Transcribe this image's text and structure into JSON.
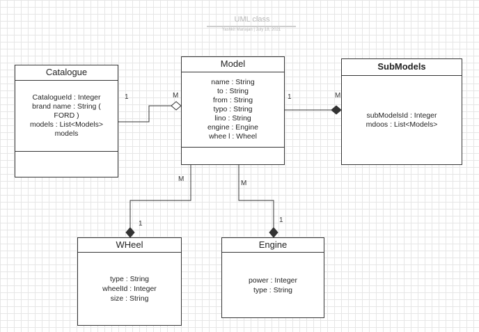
{
  "header": {
    "title": "UML class",
    "meta": "Yashkit Manajan  |  July 18, 2021"
  },
  "classes": {
    "catalogue": {
      "name": "Catalogue",
      "attributes": [
        "CatalogueId : Integer",
        "brand name  : String (",
        "FORD )",
        "models : List<Models>",
        "models"
      ]
    },
    "model": {
      "name": "Model",
      "attributes": [
        "name : String",
        "to : String",
        "from : String",
        "typo : String",
        "lino : String",
        "engine : Engine",
        "whee l : Wheel"
      ]
    },
    "submodels": {
      "name": "SubModels",
      "attributes": [
        "subModelsId : Integer",
        "mdoos : List<Models>"
      ]
    },
    "wheel": {
      "name": "WHeel",
      "attributes": [
        "type : String",
        "wheelId : Integer",
        "size : String"
      ]
    },
    "engine": {
      "name": "Engine",
      "attributes": [
        "power : Integer",
        "type : String"
      ]
    }
  },
  "multiplicities": {
    "catalogue_model_one": "1",
    "catalogue_model_many": "M",
    "model_submodels_one": "1",
    "model_submodels_many": "M",
    "model_wheel_many": "M",
    "model_wheel_one": "1",
    "model_engine_many": "M",
    "model_engine_one": "1"
  },
  "relationships": [
    {
      "from": "catalogue",
      "to": "model",
      "kind": "aggregation"
    },
    {
      "from": "model",
      "to": "submodels",
      "kind": "composition"
    },
    {
      "from": "model",
      "to": "wheel",
      "kind": "composition"
    },
    {
      "from": "model",
      "to": "engine",
      "kind": "composition"
    }
  ]
}
